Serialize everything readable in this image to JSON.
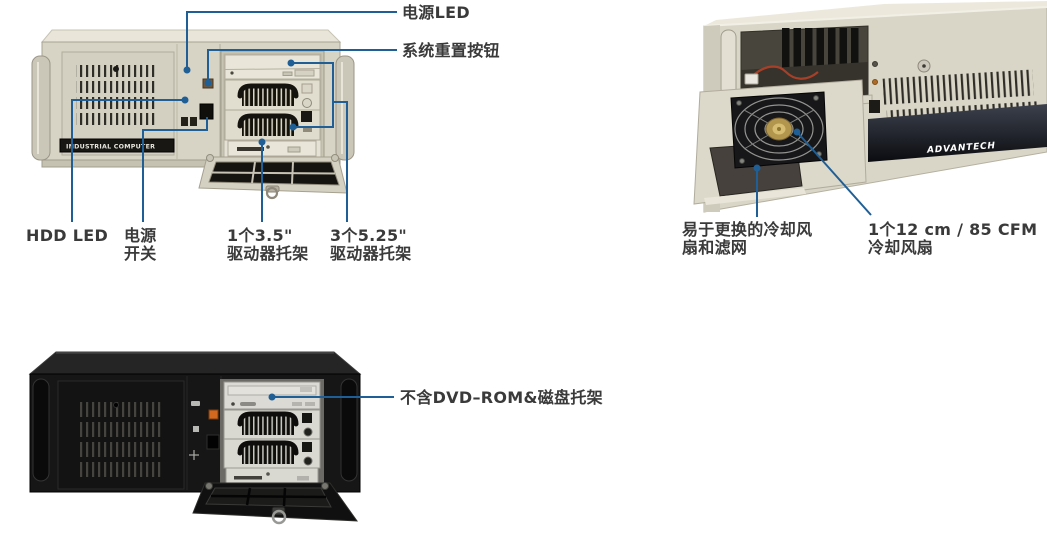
{
  "page": {
    "background": "#ffffff"
  },
  "colors": {
    "callout_blue": "#1f5f96",
    "label_text": "#3a3a3a",
    "beige_chassis": "#d7d4c5",
    "black_chassis": "#161616",
    "drive_bay_face": "#e5e2d5"
  },
  "figures": {
    "front_panel": {
      "badge": "INDUSTRIAL COMPUTER",
      "callouts": [
        {
          "target": "power-led",
          "label": "电源LED"
        },
        {
          "target": "system-reset-button",
          "label": "系统重置按钮"
        },
        {
          "target": "hdd-led",
          "label": "HDD LED"
        },
        {
          "target": "power-switch",
          "label": "电源\n开关"
        },
        {
          "target": "drive-bay-3-5",
          "label": "1个3.5\"\n驱动器托架"
        },
        {
          "target": "drive-bays-5-25",
          "label": "3个5.25\"\n驱动器托架"
        }
      ]
    },
    "cooling_fan_view": {
      "brand": "ADVANTECH",
      "callouts": [
        {
          "target": "fan-filter",
          "label": "易于更换的冷却风\n扇和滤网"
        },
        {
          "target": "cooling-fan",
          "label": "1个12 cm / 85 CFM\n冷却风扇"
        }
      ]
    },
    "black_chassis_view": {
      "callouts": [
        {
          "target": "dvd-rom-bay",
          "label": "不含DVD–ROM&磁盘托架"
        }
      ]
    }
  }
}
